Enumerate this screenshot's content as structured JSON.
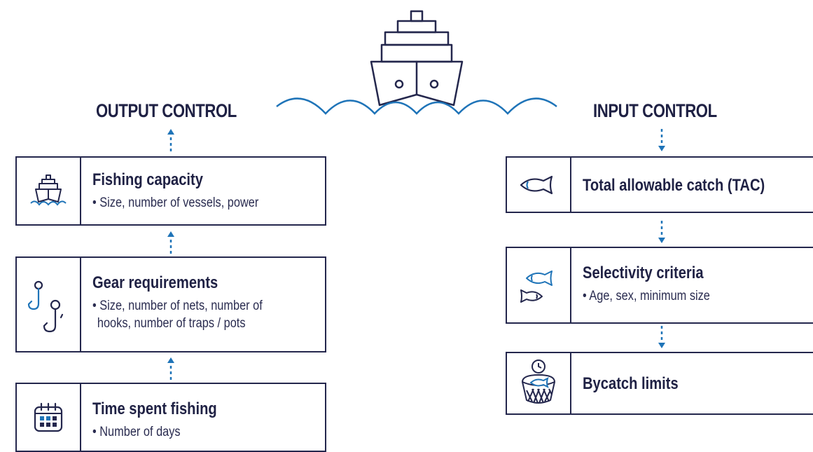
{
  "colors": {
    "navy": "#24274d",
    "blue": "#1f74b8"
  },
  "output_control": {
    "title": "OUTPUT CONTROL",
    "items": [
      {
        "icon": "ship-icon",
        "title": "Fishing capacity",
        "desc_lines": [
          "• Size, number of vessels, power"
        ]
      },
      {
        "icon": "fishing-hook-icon",
        "title": "Gear requirements",
        "desc_lines": [
          "• Size, number of nets, number of",
          "hooks, number of traps / pots"
        ]
      },
      {
        "icon": "calendar-icon",
        "title": "Time spent fishing",
        "desc_lines": [
          "• Number of days"
        ]
      }
    ]
  },
  "input_control": {
    "title": "INPUT CONTROL",
    "items": [
      {
        "icon": "fish-icon",
        "title": "Total allowable catch (TAC)",
        "desc_lines": []
      },
      {
        "icon": "two-fish-icon",
        "title": "Selectivity criteria",
        "desc_lines": [
          "• Age, sex, minimum size"
        ]
      },
      {
        "icon": "fish-basket-icon",
        "title": "Bycatch limits",
        "desc_lines": []
      }
    ]
  }
}
